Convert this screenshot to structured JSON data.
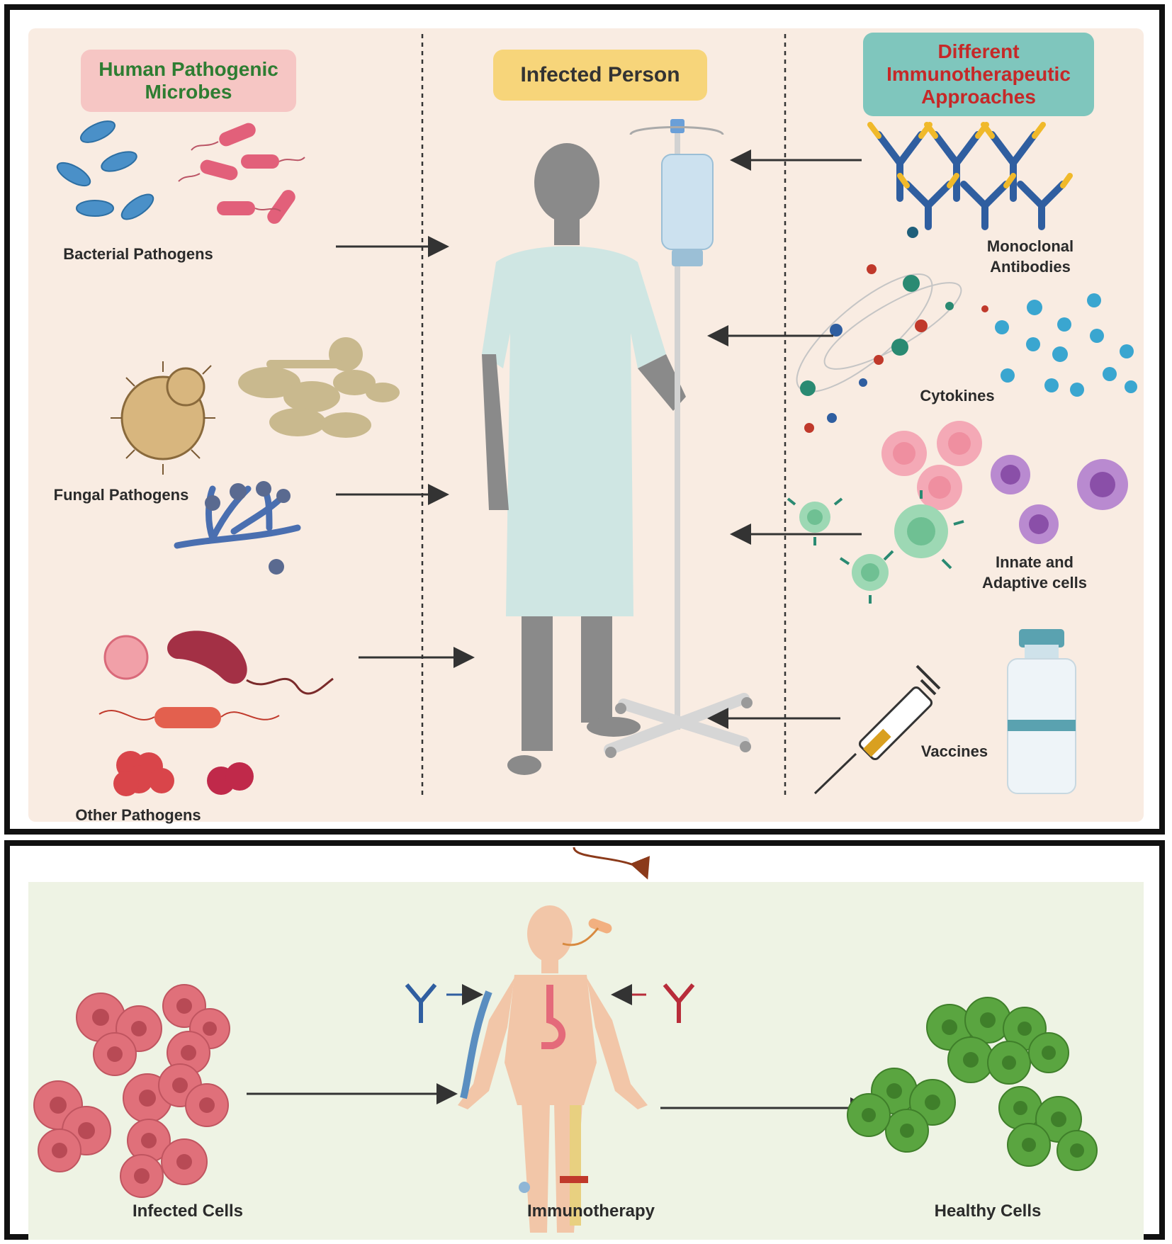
{
  "top_panel": {
    "columns": {
      "pathogens": {
        "heading": "Human Pathogenic Microbes",
        "heading_color": "#2e7d32",
        "heading_bg": "#f6c6c4",
        "groups": [
          {
            "label": "Bacterial Pathogens"
          },
          {
            "label": "Fungal Pathogens"
          },
          {
            "label": "Other Pathogens"
          }
        ]
      },
      "person": {
        "heading": "Infected Person",
        "heading_bg": "#f7d57a"
      },
      "approaches": {
        "heading": "Different Immunotherapeutic Approaches",
        "heading_color": "#c62828",
        "heading_bg": "#7fc6bd",
        "items": [
          {
            "label": "Monoclonal Antibodies"
          },
          {
            "label": "Cytokines"
          },
          {
            "label": "Innate and Adaptive cells"
          },
          {
            "label": "Vaccines"
          }
        ]
      }
    }
  },
  "bottom_panel": {
    "stages": [
      {
        "label": "Infected Cells"
      },
      {
        "label": "Immunotherapy"
      },
      {
        "label": "Healthy Cells"
      }
    ]
  },
  "colors": {
    "top_bg": "#f9ece2",
    "bottom_bg": "#eef3e4",
    "gown": "#cfe6e3",
    "silhouette": "#8a8a8a",
    "infected_cell": "#e0707a",
    "healthy_cell": "#5aa540"
  }
}
